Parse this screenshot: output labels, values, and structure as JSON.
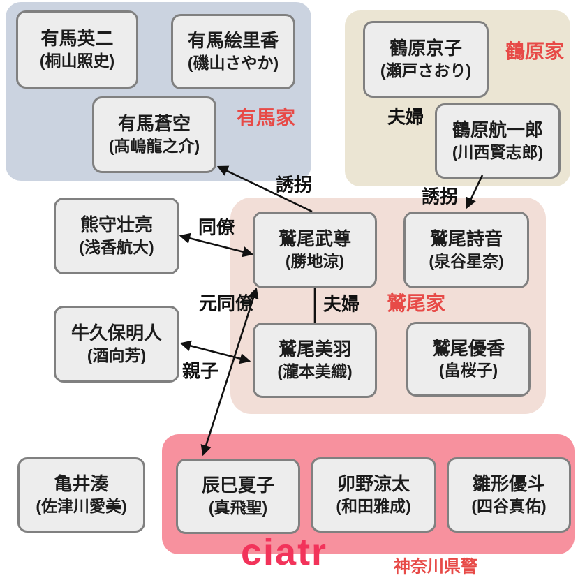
{
  "groups": {
    "arima": {
      "label": "有馬家"
    },
    "tsuruhara": {
      "label": "鶴原家"
    },
    "washio": {
      "label": "鷲尾家"
    },
    "police": {
      "label": "神奈川県警"
    }
  },
  "people": {
    "arima_eiji": {
      "name": "有馬英二",
      "actor": "(桐山照史)"
    },
    "arima_erika": {
      "name": "有馬絵里香",
      "actor": "(磯山さやか)"
    },
    "arima_sora": {
      "name": "有馬蒼空",
      "actor": "(髙嶋龍之介)"
    },
    "tsuruhara_kyoko": {
      "name": "鶴原京子",
      "actor": "(瀬戸さおり)"
    },
    "tsuruhara_koichiro": {
      "name": "鶴原航一郎",
      "actor": "(川西賢志郎)"
    },
    "kumamori_sosuke": {
      "name": "熊守壮亮",
      "actor": "(浅香航大)"
    },
    "washio_takeru": {
      "name": "鷲尾武尊",
      "actor": "(勝地涼)"
    },
    "washio_shion": {
      "name": "鷲尾詩音",
      "actor": "(泉谷星奈)"
    },
    "ushikubo_akito": {
      "name": "牛久保明人",
      "actor": "(酒向芳)"
    },
    "washio_miwa": {
      "name": "鷲尾美羽",
      "actor": "(瀧本美織)"
    },
    "washio_yuka": {
      "name": "鷲尾優香",
      "actor": "(畠桜子)"
    },
    "kamei_minato": {
      "name": "亀井湊",
      "actor": "(佐津川愛美)"
    },
    "tatsumi_natsuko": {
      "name": "辰巳夏子",
      "actor": "(真飛聖)"
    },
    "uno_ryota": {
      "name": "卯野涼太",
      "actor": "(和田雅成)"
    },
    "hinagata_yuto": {
      "name": "雛形優斗",
      "actor": "(四谷真佑)"
    }
  },
  "relations": {
    "kidnap_arima": {
      "label": "誘拐"
    },
    "kidnap_tsuruhara": {
      "label": "誘拐"
    },
    "fufu_tsuruhara": {
      "label": "夫婦"
    },
    "colleague": {
      "label": "同僚"
    },
    "fufu_washio": {
      "label": "夫婦"
    },
    "ex_colleague": {
      "label": "元同僚"
    },
    "oyako": {
      "label": "親子"
    }
  },
  "watermark": {
    "logo": "ciatr"
  },
  "colors": {
    "arima_panel": "#cbd3e0",
    "tsuruhara_panel": "#ebe5d3",
    "washio_panel": "#f2ded7",
    "police_panel": "#f7919e",
    "person_box_bg": "#ededed",
    "person_box_border": "#808080",
    "family_label": "#e74a47",
    "logo": "#f2335a",
    "arrow": "#111111"
  }
}
